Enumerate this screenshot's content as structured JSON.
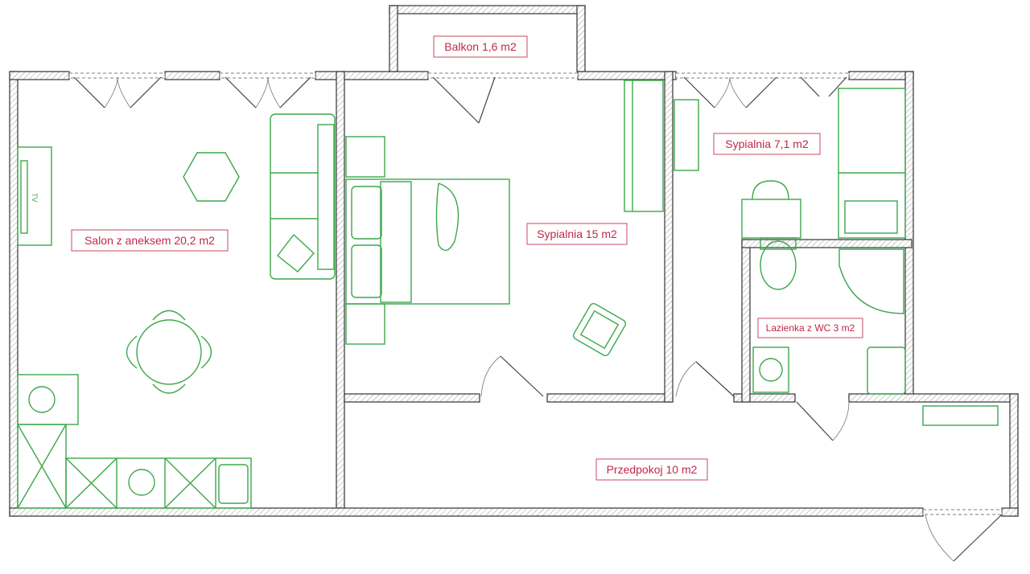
{
  "title": "Floor plan",
  "rooms": {
    "balcony": "Balkon 1,6 m2",
    "living": "Salon z aneksem 20,2 m2",
    "bedroom_large": "Sypialnia 15 m2",
    "bedroom_small": "Sypialnia 7,1 m2",
    "bathroom": "Lazienka z WC 3 m2",
    "hallway": "Przedpokoj 10 m2"
  },
  "furniture": {
    "tv": "TV"
  },
  "colors": {
    "furniture": "#3aa84a",
    "label": "#c2264a",
    "wall": "#333333"
  }
}
